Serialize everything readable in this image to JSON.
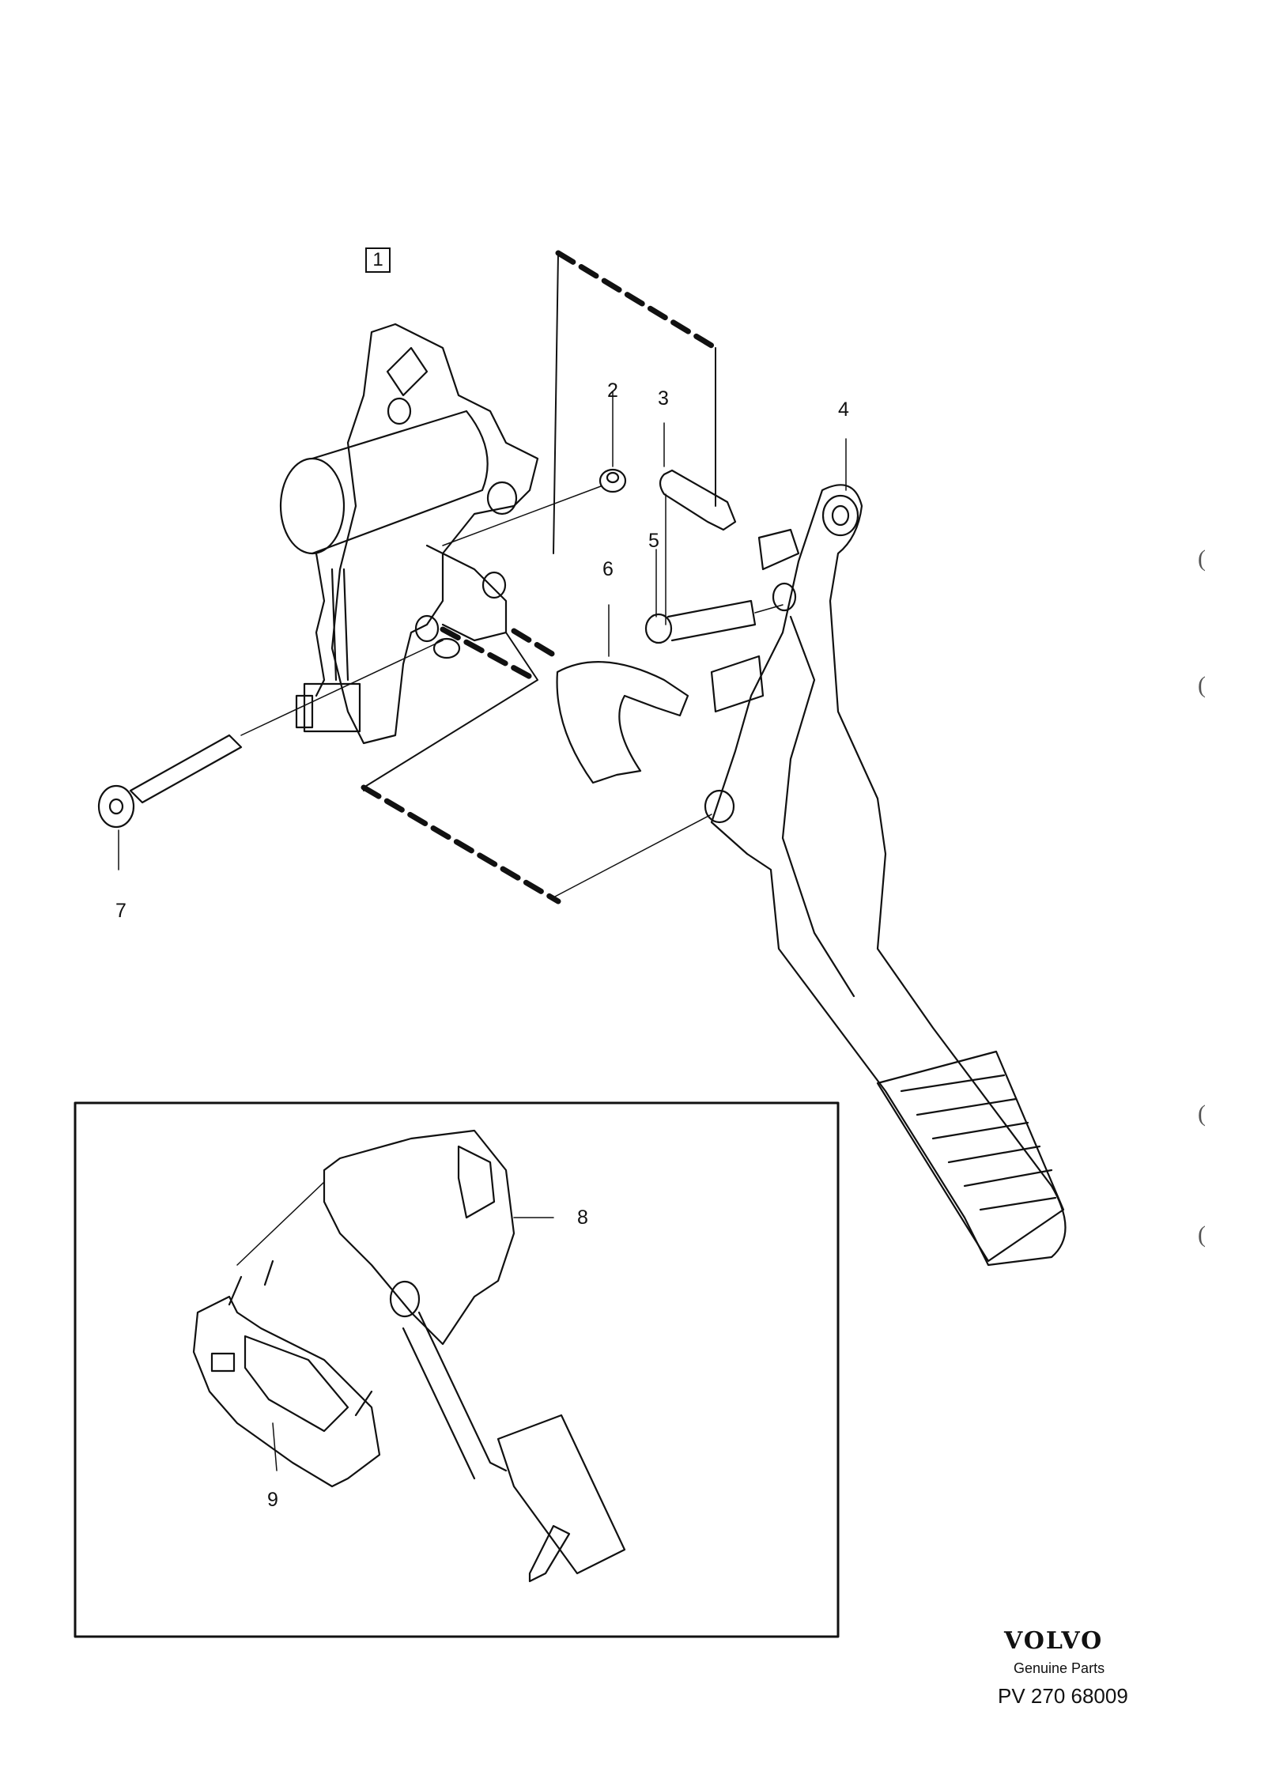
{
  "diagram": {
    "group_marker": "1",
    "callouts": [
      {
        "id": "2",
        "label": "2"
      },
      {
        "id": "3",
        "label": "3"
      },
      {
        "id": "4",
        "label": "4"
      },
      {
        "id": "5",
        "label": "5"
      },
      {
        "id": "6",
        "label": "6"
      },
      {
        "id": "7",
        "label": "7"
      },
      {
        "id": "8",
        "label": "8"
      },
      {
        "id": "9",
        "label": "9"
      }
    ],
    "margin_marks": [
      "(",
      "(",
      "(",
      "("
    ]
  },
  "footer": {
    "brand": "VOLVO",
    "subtitle": "Genuine Parts",
    "code": "PV 270 68009"
  }
}
